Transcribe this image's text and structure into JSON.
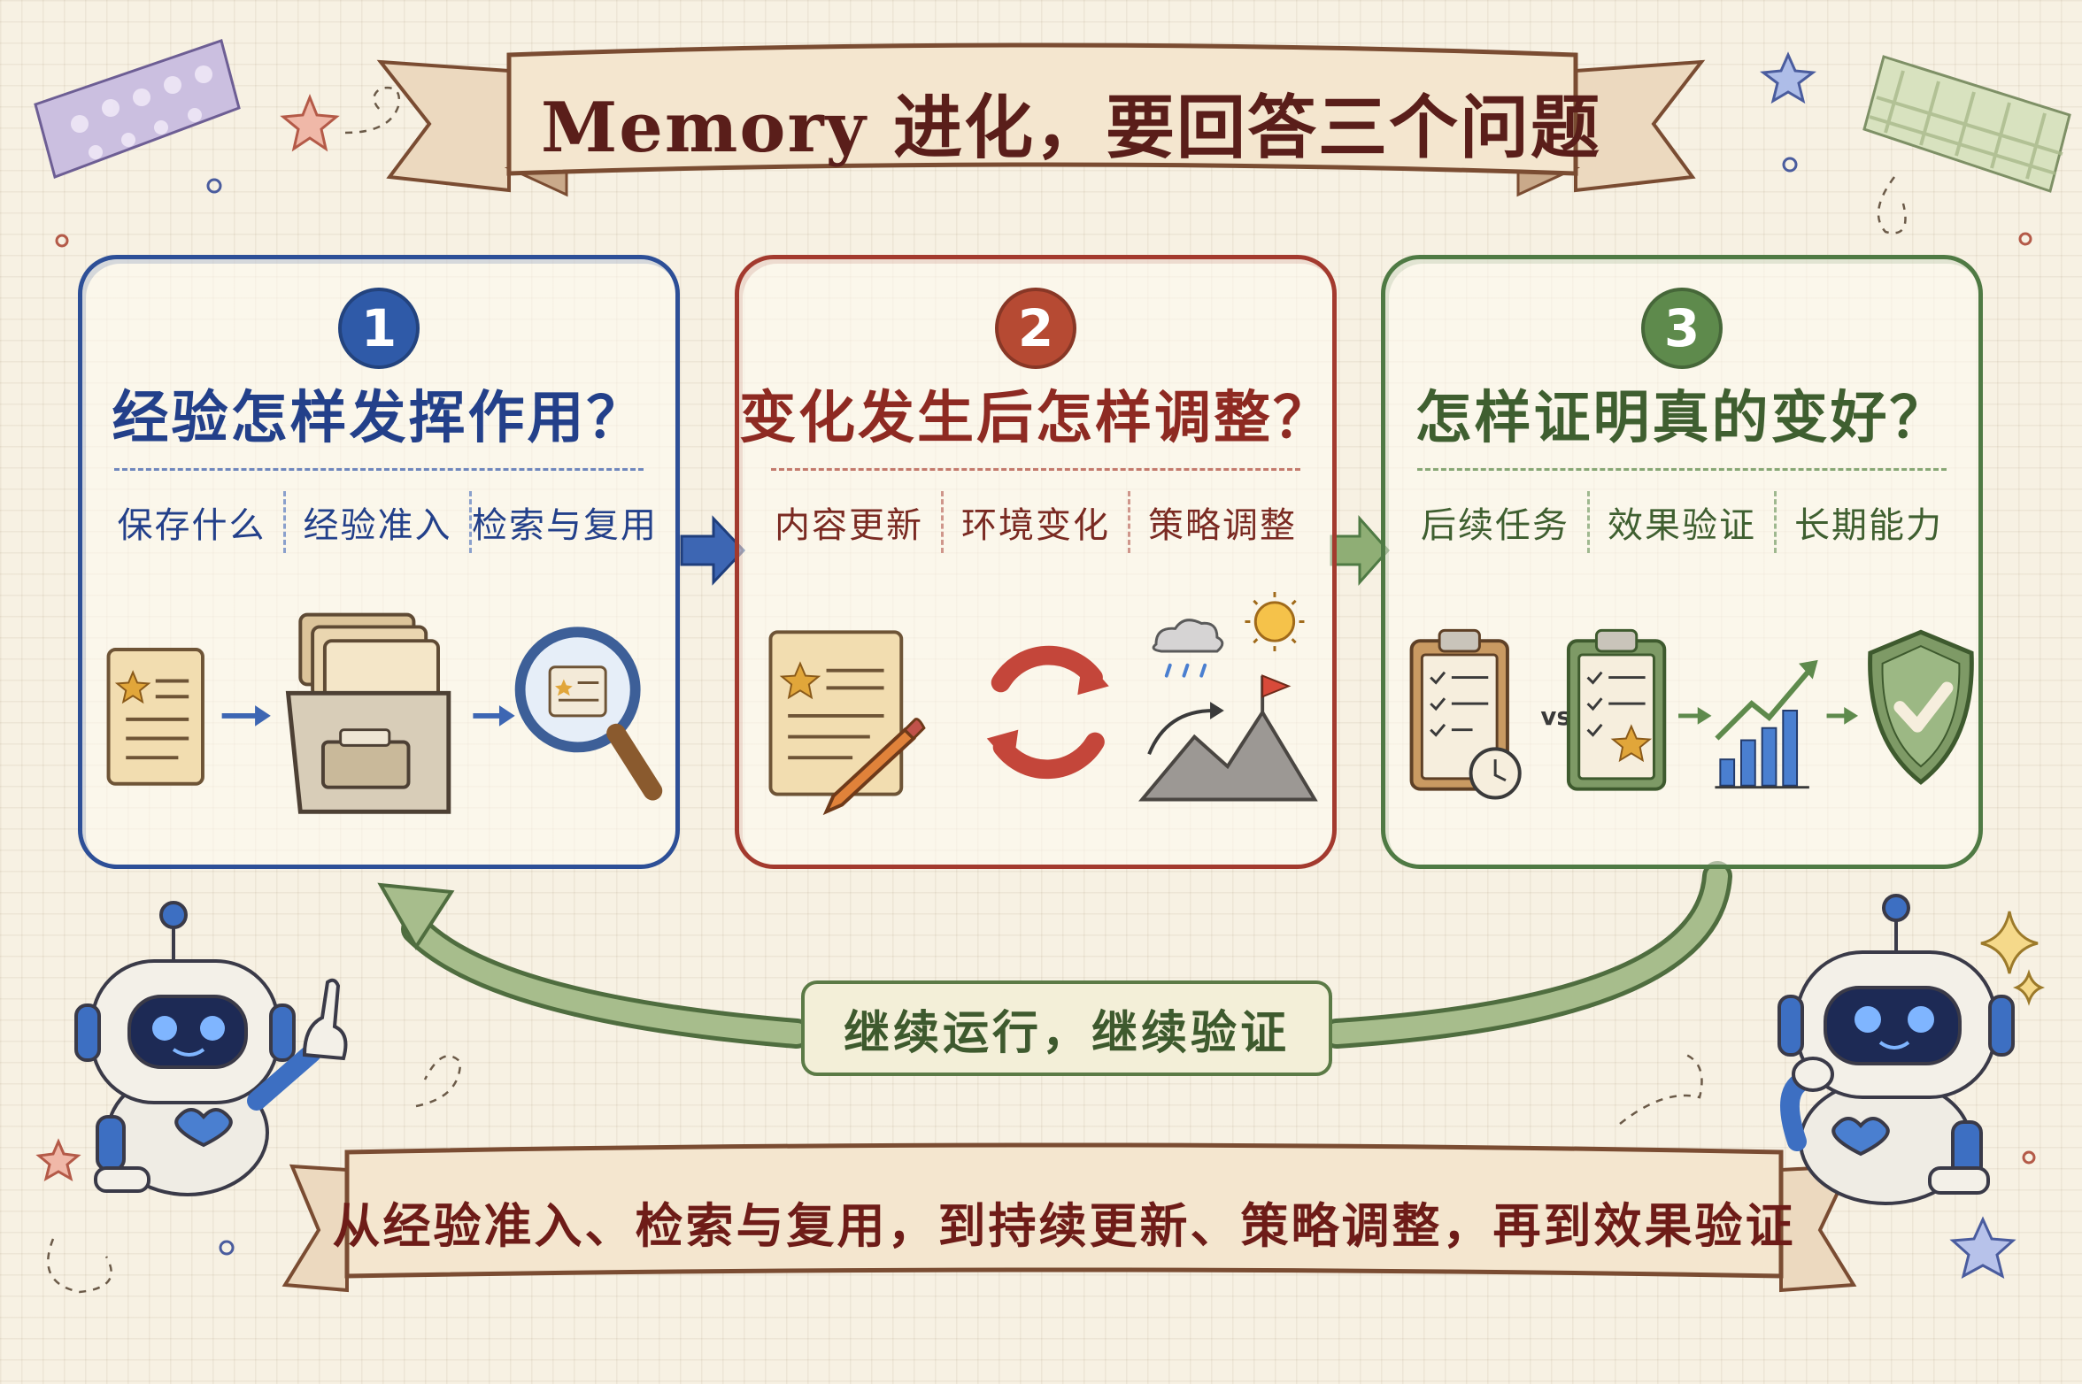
{
  "title": "Memory 进化，要回答三个问题",
  "panels": [
    {
      "number": "1",
      "question": "经验怎样发挥作用？",
      "items": [
        "保存什么",
        "经验准入",
        "检索与复用"
      ],
      "color": "#2d4f97",
      "icons": [
        "document-star-icon",
        "file-cabinet-icon",
        "magnifier-icon"
      ]
    },
    {
      "number": "2",
      "question": "变化发生后怎样调整？",
      "items": [
        "内容更新",
        "环境变化",
        "策略调整"
      ],
      "color": "#a33a2e",
      "icons": [
        "document-pencil-icon",
        "refresh-cycle-icon",
        "weather-mountain-flag-icon"
      ]
    },
    {
      "number": "3",
      "question": "怎样证明真的变好？",
      "items": [
        "后续任务",
        "效果验证",
        "长期能力"
      ],
      "color": "#4f7a44",
      "icons": [
        "clipboard-clock-icon",
        "clipboard-star-icon",
        "growth-chart-icon",
        "shield-check-icon"
      ]
    }
  ],
  "vs_label": "vs",
  "loop_label": "继续运行，继续验证",
  "bottom_banner": "从经验准入、检索与复用，到持续更新、策略调整，再到效果验证",
  "decor_icons": [
    "washi-tape-icon",
    "star-icon",
    "sparkle-icon",
    "robot-icon",
    "heart-icon"
  ]
}
